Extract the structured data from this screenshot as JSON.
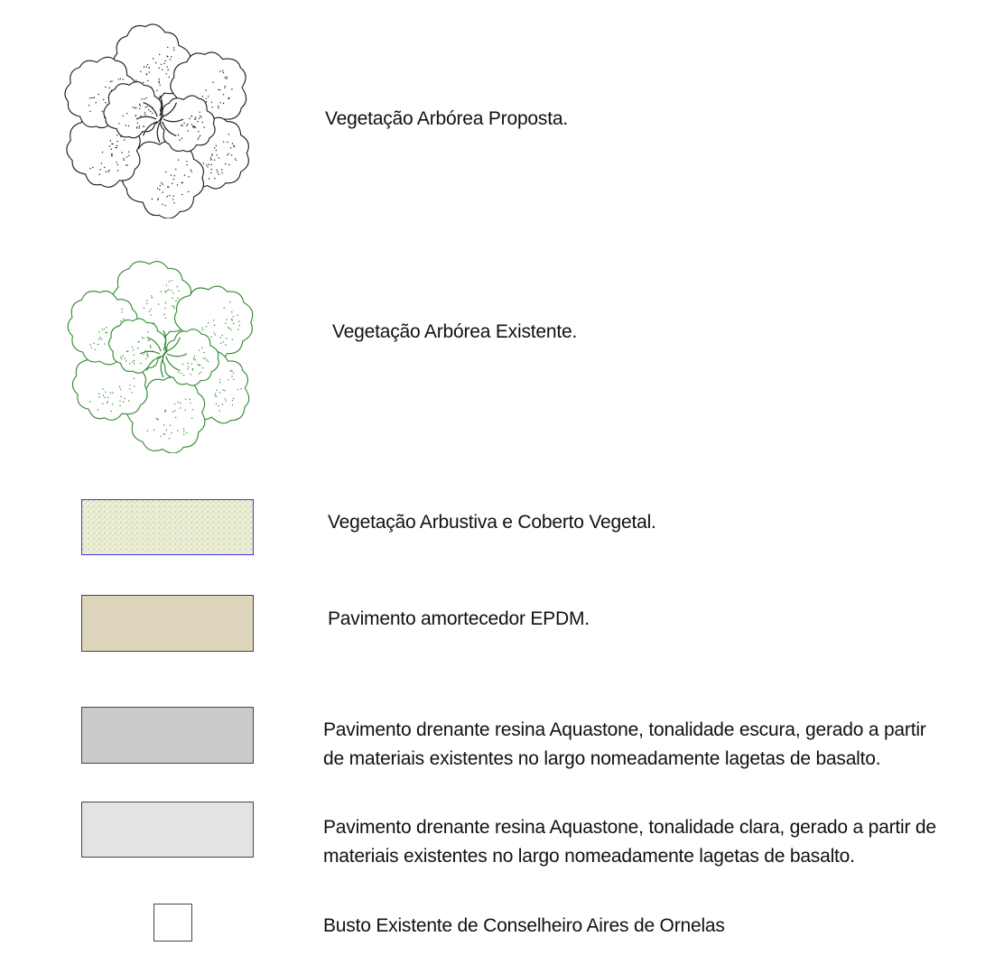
{
  "legend": {
    "items": [
      {
        "key": "tree-proposed",
        "label": "Vegetação Arbórea Proposta.",
        "symbol": "tree-canopy-icon",
        "stroke": "#1a1a1a"
      },
      {
        "key": "tree-existing",
        "label": "Vegetação Arbórea Existente.",
        "symbol": "tree-canopy-icon",
        "stroke": "#2e8b2e"
      },
      {
        "key": "shrub",
        "label": "Vegetação Arbustiva e Coberto Vegetal.",
        "fill": "#e6ebcd",
        "border": "#3a3ae0"
      },
      {
        "key": "epdm",
        "label": "Pavimento amortecedor EPDM.",
        "fill": "#ddd5bb",
        "border": "#444444"
      },
      {
        "key": "dark-resin",
        "label_lines": [
          "Pavimento drenante resina Aquastone, tonalidade escura, gerado a partir",
          "de materiais existentes no largo nomeadamente lagetas de basalto."
        ],
        "fill": "#cbcbcb",
        "border": "#444444"
      },
      {
        "key": "light-resin",
        "label_lines": [
          "Pavimento drenante resina Aquastone, tonalidade clara, gerado a partir de",
          "materiais existentes no largo nomeadamente lagetas de basalto."
        ],
        "fill": "#e3e3e3",
        "border": "#444444"
      },
      {
        "key": "bust",
        "label": "Busto Existente de Conselheiro Aires de Ornelas",
        "fill": "#ffffff",
        "border": "#444444"
      }
    ]
  }
}
